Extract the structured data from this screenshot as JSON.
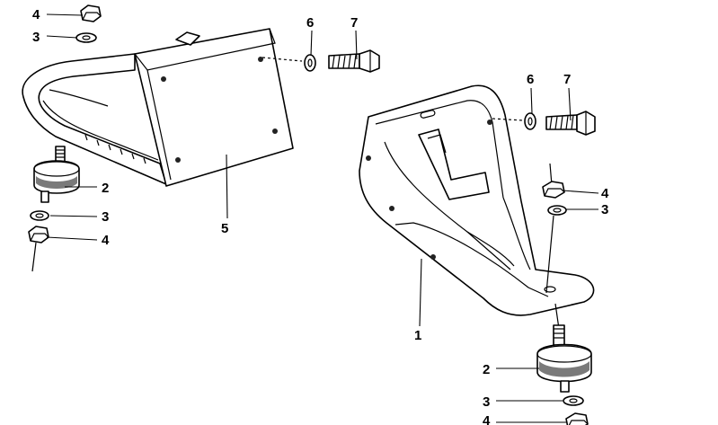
{
  "diagram": {
    "callouts": [
      {
        "id": "c-4-top-left",
        "text": "4"
      },
      {
        "id": "c-3-top-left",
        "text": "3"
      },
      {
        "id": "c-6-top",
        "text": "6"
      },
      {
        "id": "c-7-top",
        "text": "7"
      },
      {
        "id": "c-2-left",
        "text": "2"
      },
      {
        "id": "c-3-left",
        "text": "3"
      },
      {
        "id": "c-4-left",
        "text": "4"
      },
      {
        "id": "c-5",
        "text": "5"
      },
      {
        "id": "c-6-right",
        "text": "6"
      },
      {
        "id": "c-7-right",
        "text": "7"
      },
      {
        "id": "c-4-right",
        "text": "4"
      },
      {
        "id": "c-3-right",
        "text": "3"
      },
      {
        "id": "c-1",
        "text": "1"
      },
      {
        "id": "c-2-bottom",
        "text": "2"
      },
      {
        "id": "c-3-bottom",
        "text": "3"
      },
      {
        "id": "c-4-bottom",
        "text": "4"
      }
    ]
  }
}
